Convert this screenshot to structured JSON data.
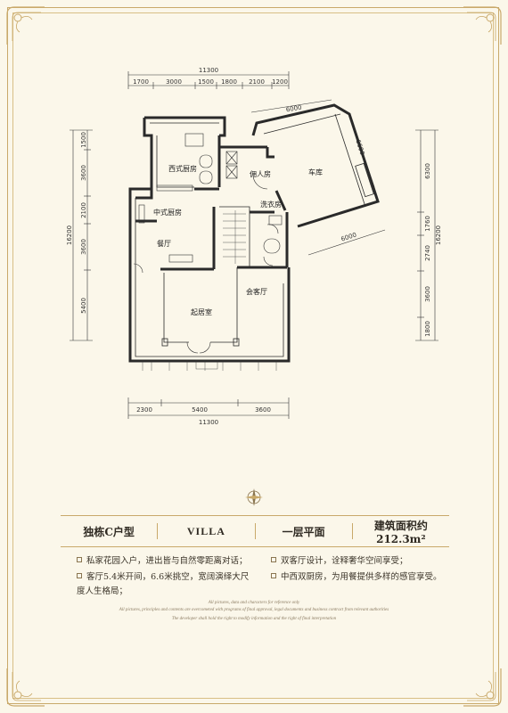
{
  "plan": {
    "dims_top": {
      "total": "11300",
      "segments": [
        "1700",
        "3000",
        "1500",
        "1800",
        "2100",
        "1200"
      ]
    },
    "dims_bottom": {
      "total": "11300",
      "segments": [
        "2300",
        "5400",
        "3600"
      ]
    },
    "dims_left": {
      "total": "16200",
      "segments": [
        "1500",
        "3600",
        "2100",
        "3600",
        "5400"
      ]
    },
    "dims_right": {
      "total": "16200",
      "segments": [
        "6300",
        "1760",
        "2740",
        "3600",
        "1800"
      ]
    },
    "dims_garage": {
      "top": "6000",
      "right": "6600",
      "bottom": "6000"
    },
    "rooms": {
      "western_kitchen": "西式厨房",
      "chinese_kitchen": "中式厨房",
      "dining": "餐厅",
      "living": "起居室",
      "reception": "会客厅",
      "maid_room": "佣人房",
      "laundry": "洗衣房",
      "garage": "车库"
    }
  },
  "info": {
    "model": "独栋C户型",
    "type": "VILLA",
    "floor": "一层平面",
    "area": "建筑面积约212.3m²"
  },
  "features": {
    "left": [
      "私家花园入户，进出皆与自然零距离对话；",
      "客厅5.4米开间，6.6米挑空，宽阔演绎大尺度人生格局；"
    ],
    "right": [
      "双客厅设计，诠释奢华空间享受；",
      "中西双厨房，为用餐提供多样的感官享受。"
    ]
  },
  "disclaimer": {
    "line1": "All pictures, data and characters for reference only",
    "line2": "All pictures, principles and contents are overcometed with programs of final approval, legal documents and business contract from relevant authorities",
    "line3": "The developer shall hold the right to modify information and the right of final interpretation"
  }
}
